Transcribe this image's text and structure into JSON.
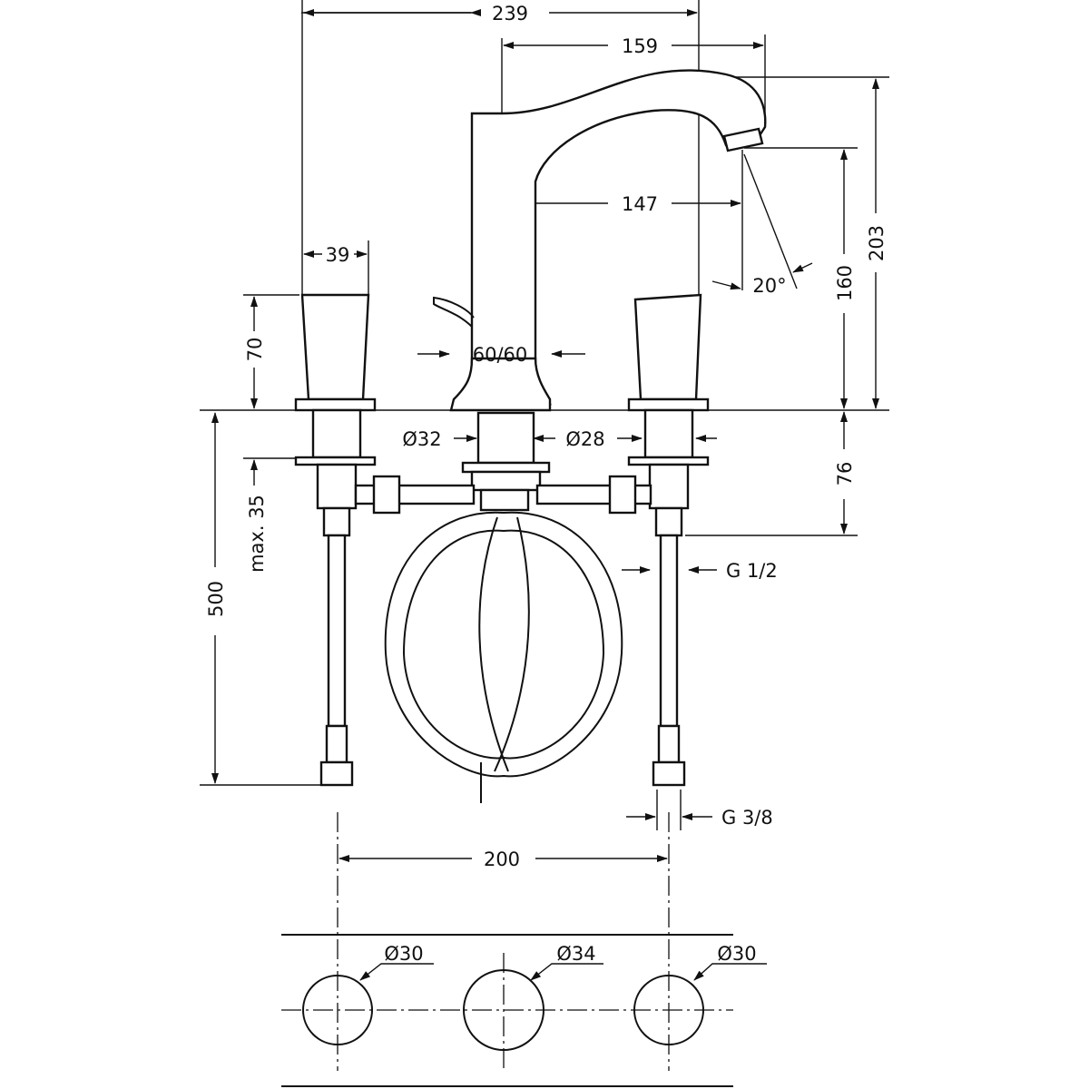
{
  "drawing": {
    "dimensions": {
      "overall_width": "239",
      "spout_reach_top": "159",
      "spout_reach_inner": "147",
      "handle_width": "39",
      "handle_height": "70",
      "spout_base": "60/60",
      "spray_angle": "20°",
      "outlet_height": "160",
      "total_height": "203",
      "spout_shank_dia": "Ø32",
      "handle_shank_dia": "Ø28",
      "shank_length": "76",
      "max_deck_thickness": "max. 35",
      "hose_length": "500",
      "valve_thread": "G 1/2",
      "hose_thread": "G 3/8",
      "center_distance": "200",
      "hole_left": "Ø30",
      "hole_center": "Ø34",
      "hole_right": "Ø30"
    }
  }
}
